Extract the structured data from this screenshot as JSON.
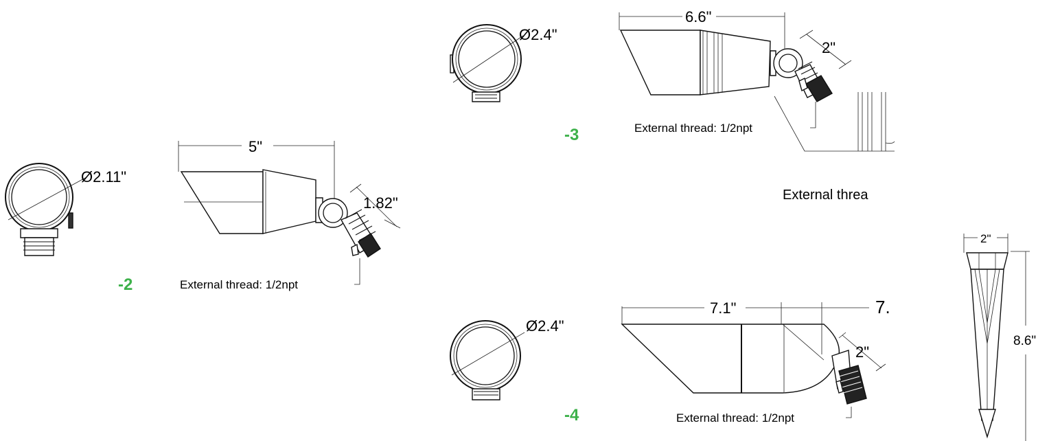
{
  "accent_color": "#3db14a",
  "variants": [
    {
      "id": "v2",
      "model": "-2",
      "diameter": "Ø2.11\"",
      "length": "5\"",
      "knuckle": "1.82\"",
      "thread": "External thread: 1/2npt"
    },
    {
      "id": "v3",
      "model": "-3",
      "diameter": "Ø2.4\"",
      "length": "6.6\"",
      "knuckle": "2\"",
      "thread": "External thread: 1/2npt",
      "overlap_thread": "External threa"
    },
    {
      "id": "v4",
      "model": "-4",
      "diameter": "Ø2.4\"",
      "length": "7.1\"",
      "length_overlap": "7.",
      "knuckle": "2\"",
      "thread": "External thread: 1/2npt"
    }
  ],
  "stake": {
    "width": "2\"",
    "height": "8.6\""
  }
}
